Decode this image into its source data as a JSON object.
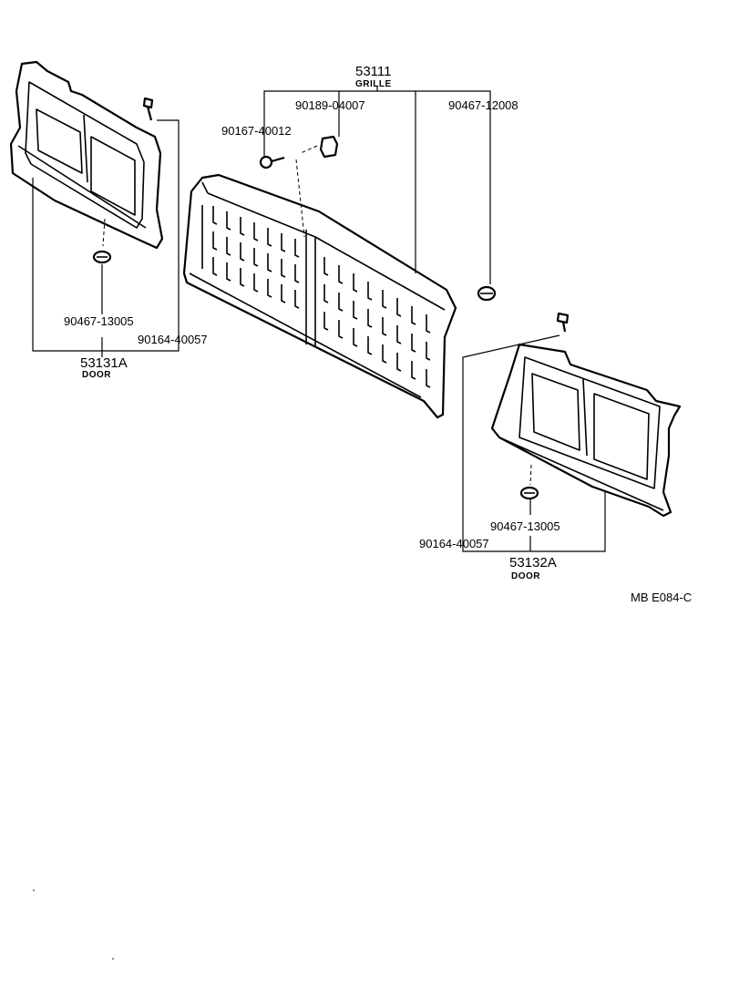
{
  "labels": {
    "grille_part": "53111",
    "grille_name": "GRILLE",
    "screw_a": "90189-04007",
    "bolt_a": "90167-40012",
    "clip_top": "90467-12008",
    "door_l_clip": "90467-13005",
    "door_l_bolt": "90164-40057",
    "door_l_part": "53131A",
    "door_l_name": "DOOR",
    "door_r_clip": "90467-13005",
    "door_r_bolt": "90164-40057",
    "door_r_part": "53132A",
    "door_r_name": "DOOR",
    "figure_code": "MB  E084-C"
  },
  "colors": {
    "ink": "#000000",
    "paper": "#ffffff"
  }
}
